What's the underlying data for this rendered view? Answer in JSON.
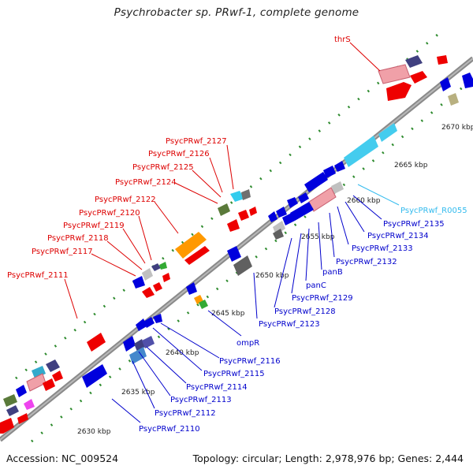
{
  "title": "Psychrobacter sp. PRwf-1, complete genome",
  "footer": {
    "accession": "Accession: NC_009524",
    "summary": "Topology: circular; Length: 2,978,976 bp; Genes: 2,444"
  },
  "colors": {
    "forward_label": "#dd0000",
    "reverse_label": "#0000cc",
    "rna_label": "#33bbee",
    "backbone": "#8a8a8a",
    "tick_dots": "#2e8b2e"
  },
  "ticks": [
    "2630 kbp",
    "2635 kbp",
    "2640 kbp",
    "2645 kbp",
    "2650 kbp",
    "2655 kbp",
    "2660 kbp",
    "2665 kbp",
    "2670 kbp"
  ],
  "labels_forward": [
    "thrS",
    "PsycPRwf_2127",
    "PsycPRwf_2126",
    "PsycPRwf_2125",
    "PsycPRwf_2124",
    "PsycPRwf_2122",
    "PsycPRwf_2120",
    "PsycPRwf_2119",
    "PsycPRwf_2118",
    "PsycPRwf_2117",
    "PsycPRwf_2111"
  ],
  "labels_reverse": [
    "PsycPRwf_2135",
    "PsycPRwf_2134",
    "PsycPRwf_2133",
    "PsycPRwf_2132",
    "panB",
    "panC",
    "PsycPRwf_2129",
    "PsycPRwf_2128",
    "PsycPRwf_2123",
    "ompR",
    "PsycPRwf_2116",
    "PsycPRwf_2115",
    "PsycPRwf_2114",
    "PsycPRwf_2113",
    "PsycPRwf_2112",
    "PsycPRwf_2110"
  ],
  "labels_rna": [
    "PsycPRwf_R0055"
  ]
}
